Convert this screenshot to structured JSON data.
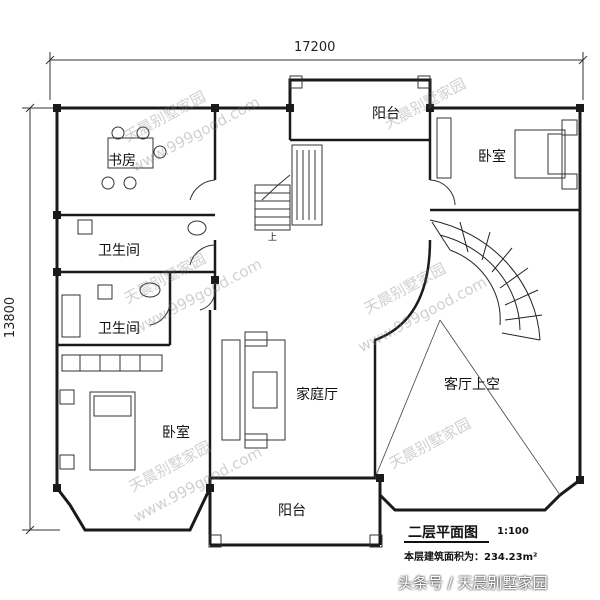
{
  "dimensions": {
    "width": "17200",
    "height": "13800"
  },
  "rooms": {
    "study": "书房",
    "balcony_top": "阳台",
    "bedroom_ne": "卧室",
    "bath_1": "卫生间",
    "bath_2": "卫生间",
    "bedroom_sw": "卧室",
    "family_hall": "家庭厅",
    "living_void": "客厅上空",
    "balcony_bottom": "阳台"
  },
  "stair_mark": "上",
  "title": "二层平面图",
  "scale": "1:100",
  "area_label": "本层建筑面积为：234.23m²",
  "watermark": {
    "cn": "天晨别墅家园",
    "url": "www.999good.com"
  },
  "credit": "头条号 / 天晨别墅家园",
  "colors": {
    "wall": "#1a1a1a",
    "line": "#333333",
    "watermark": "#b0b0b0"
  }
}
